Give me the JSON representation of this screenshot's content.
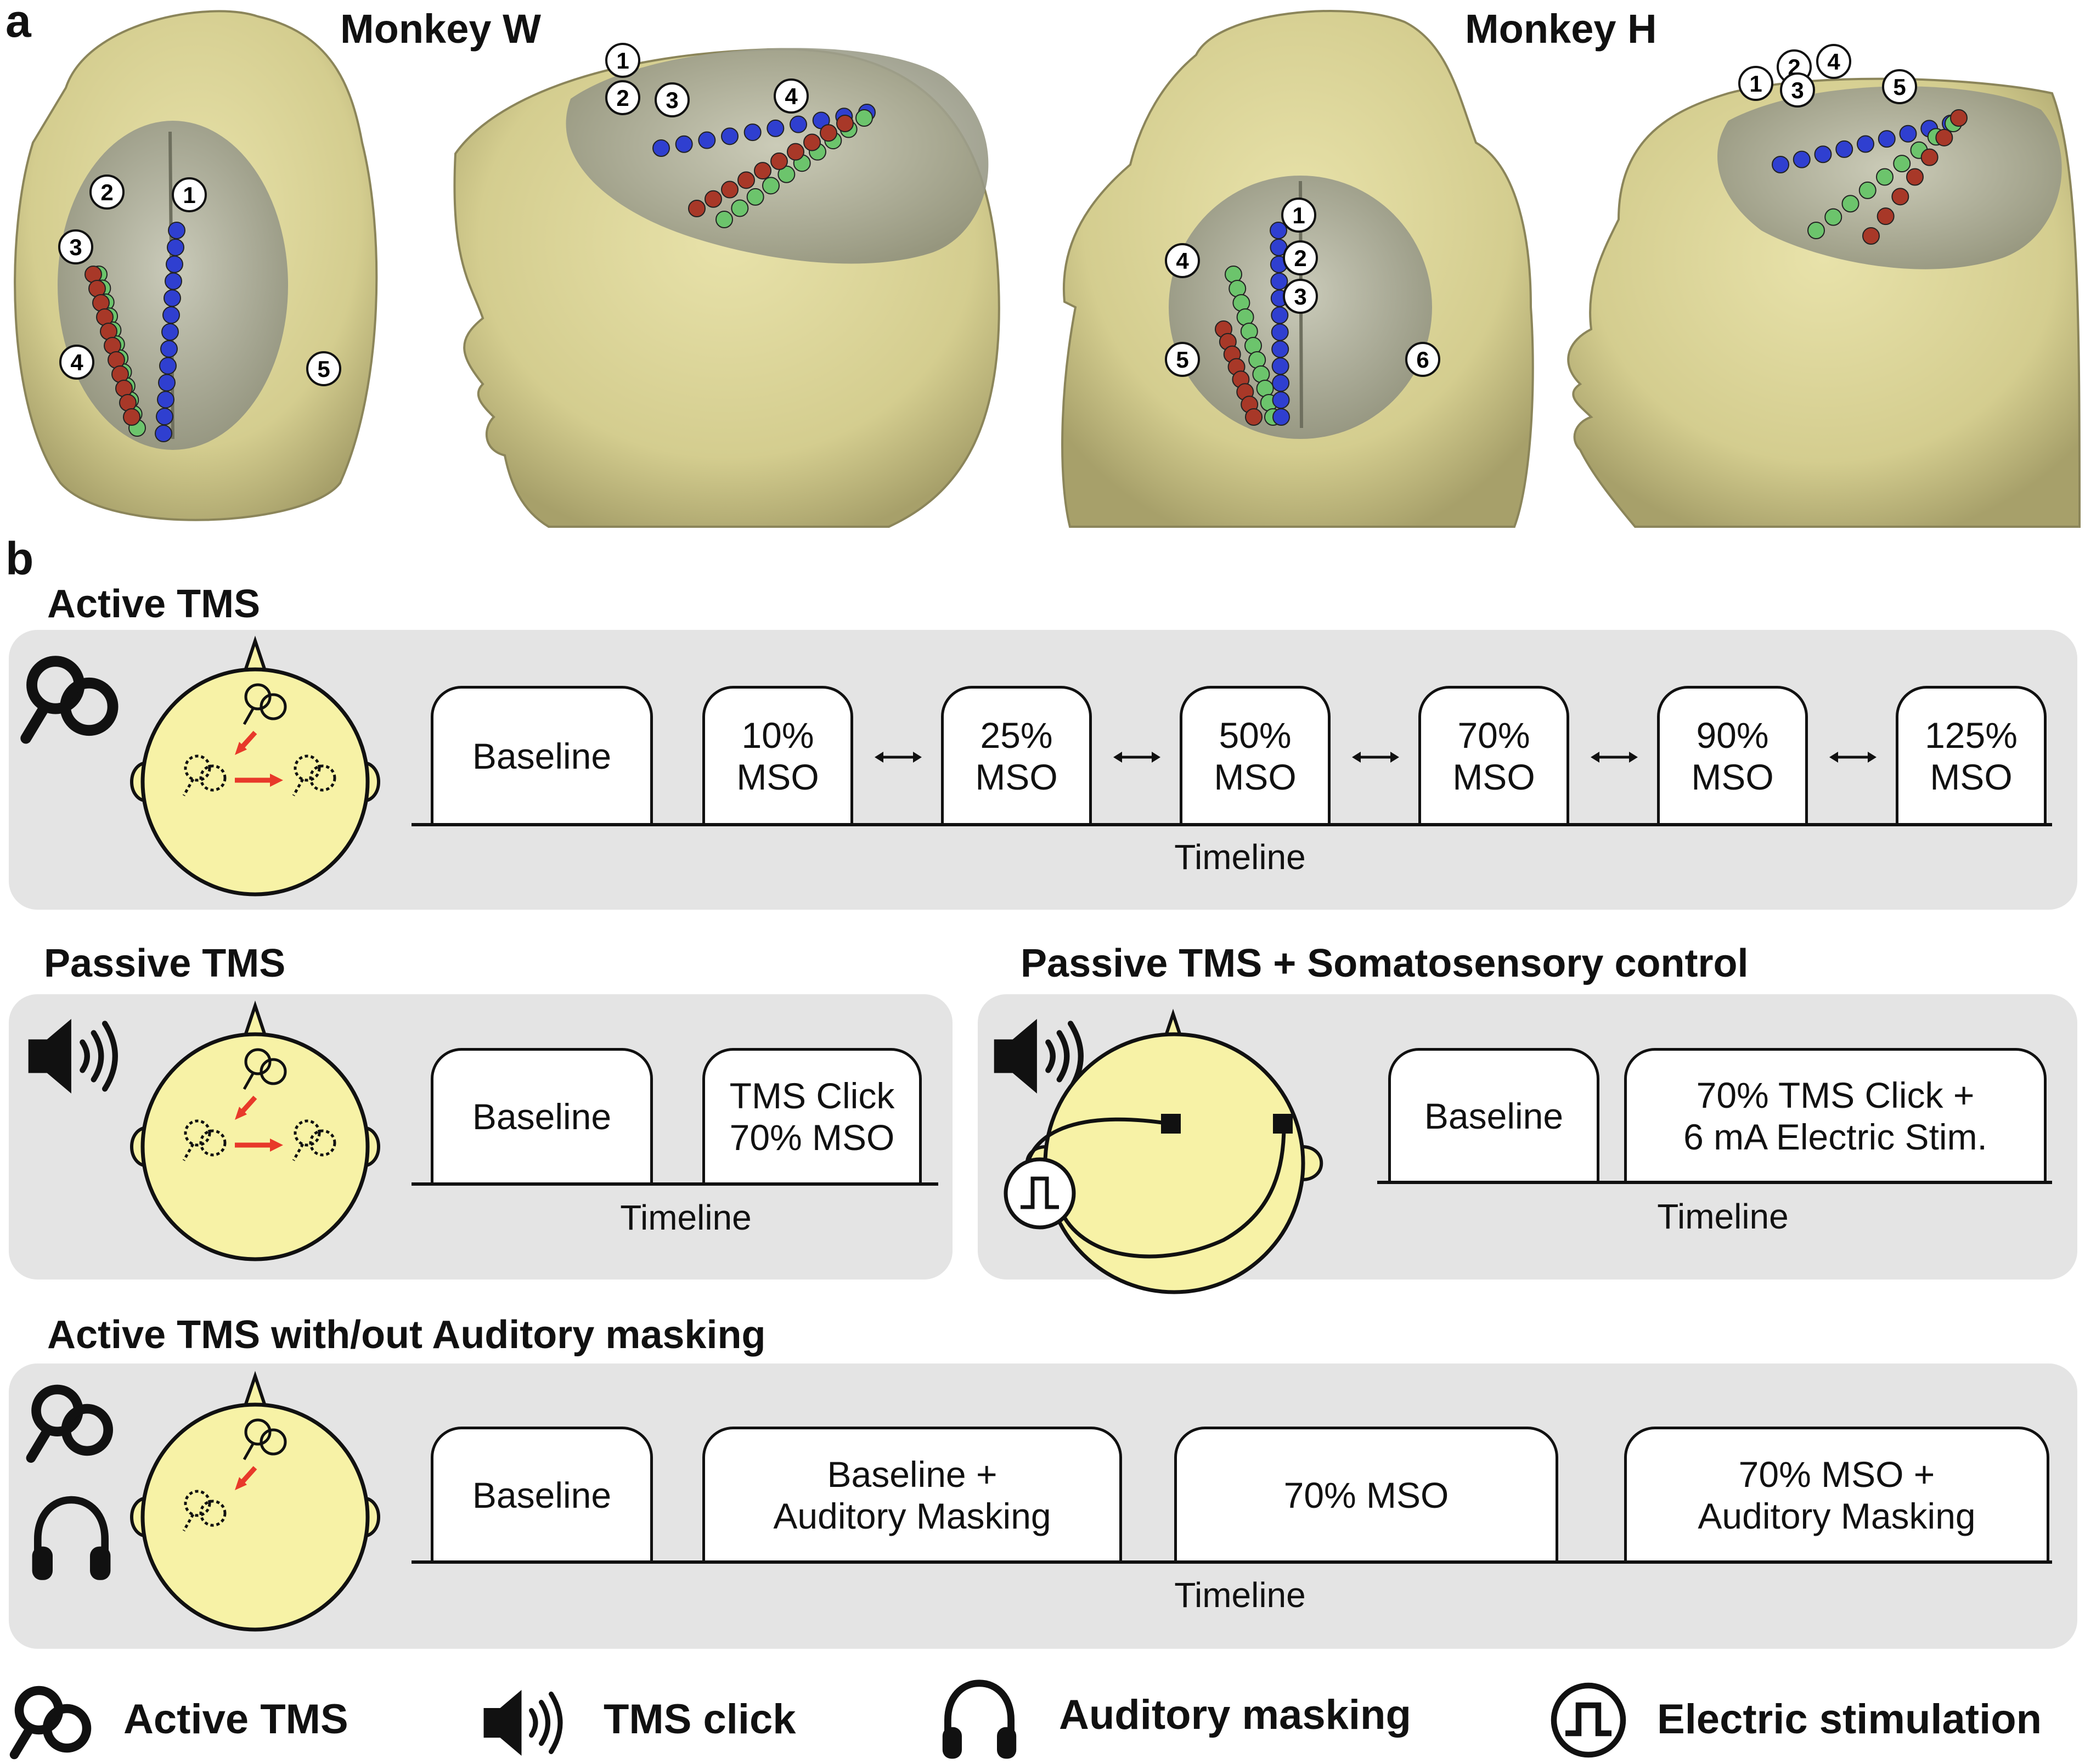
{
  "panel_a": {
    "letter": "a",
    "monkeys": [
      {
        "title": "Monkey W",
        "top_view_markers": [
          "1",
          "2",
          "3",
          "4",
          "5"
        ],
        "side_view_markers": [
          "1",
          "2",
          "3",
          "4"
        ]
      },
      {
        "title": "Monkey H",
        "top_view_markers": [
          "1",
          "2",
          "3",
          "4",
          "5",
          "6"
        ],
        "side_view_markers": [
          "1",
          "2",
          "3",
          "4",
          "5"
        ]
      }
    ],
    "colors": {
      "head": "#dcd59a",
      "brain": "#b4b5a2",
      "electrode_blue": "#2f3fd0",
      "electrode_green": "#6cc46c",
      "electrode_red": "#a83828"
    }
  },
  "panel_b": {
    "letter": "b",
    "active_tms": {
      "title": "Active TMS",
      "blocks": [
        {
          "line1": "Baseline",
          "line2": ""
        },
        {
          "line1": "10%",
          "line2": "MSO"
        },
        {
          "line1": "25%",
          "line2": "MSO"
        },
        {
          "line1": "50%",
          "line2": "MSO"
        },
        {
          "line1": "70%",
          "line2": "MSO"
        },
        {
          "line1": "90%",
          "line2": "MSO"
        },
        {
          "line1": "125%",
          "line2": "MSO"
        }
      ],
      "timeline_label": "Timeline"
    },
    "passive_tms": {
      "title": "Passive TMS",
      "blocks": [
        {
          "line1": "Baseline",
          "line2": ""
        },
        {
          "line1": "TMS Click",
          "line2": "70% MSO"
        }
      ],
      "timeline_label": "Timeline"
    },
    "passive_somato": {
      "title": "Passive TMS + Somatosensory control",
      "blocks": [
        {
          "line1": "Baseline",
          "line2": ""
        },
        {
          "line1": "70% TMS Click +",
          "line2": "6 mA Electric Stim."
        }
      ],
      "timeline_label": "Timeline"
    },
    "masking": {
      "title": "Active TMS with/out Auditory masking",
      "blocks": [
        {
          "line1": "Baseline",
          "line2": ""
        },
        {
          "line1": "Baseline +",
          "line2": "Auditory Masking"
        },
        {
          "line1": "70% MSO",
          "line2": ""
        },
        {
          "line1": "70% MSO +",
          "line2": "Auditory Masking"
        }
      ],
      "timeline_label": "Timeline"
    }
  },
  "legend": [
    {
      "icon": "coil-icon",
      "label": "Active TMS"
    },
    {
      "icon": "speaker-icon",
      "label": "TMS click"
    },
    {
      "icon": "headphones-icon",
      "label": "Auditory masking"
    },
    {
      "icon": "pulse-icon",
      "label": "Electric stimulation"
    }
  ],
  "colors": {
    "panel_bg": "#e4e4e4",
    "head_fill": "#f7f2a6",
    "arrow": "#e8392a"
  }
}
